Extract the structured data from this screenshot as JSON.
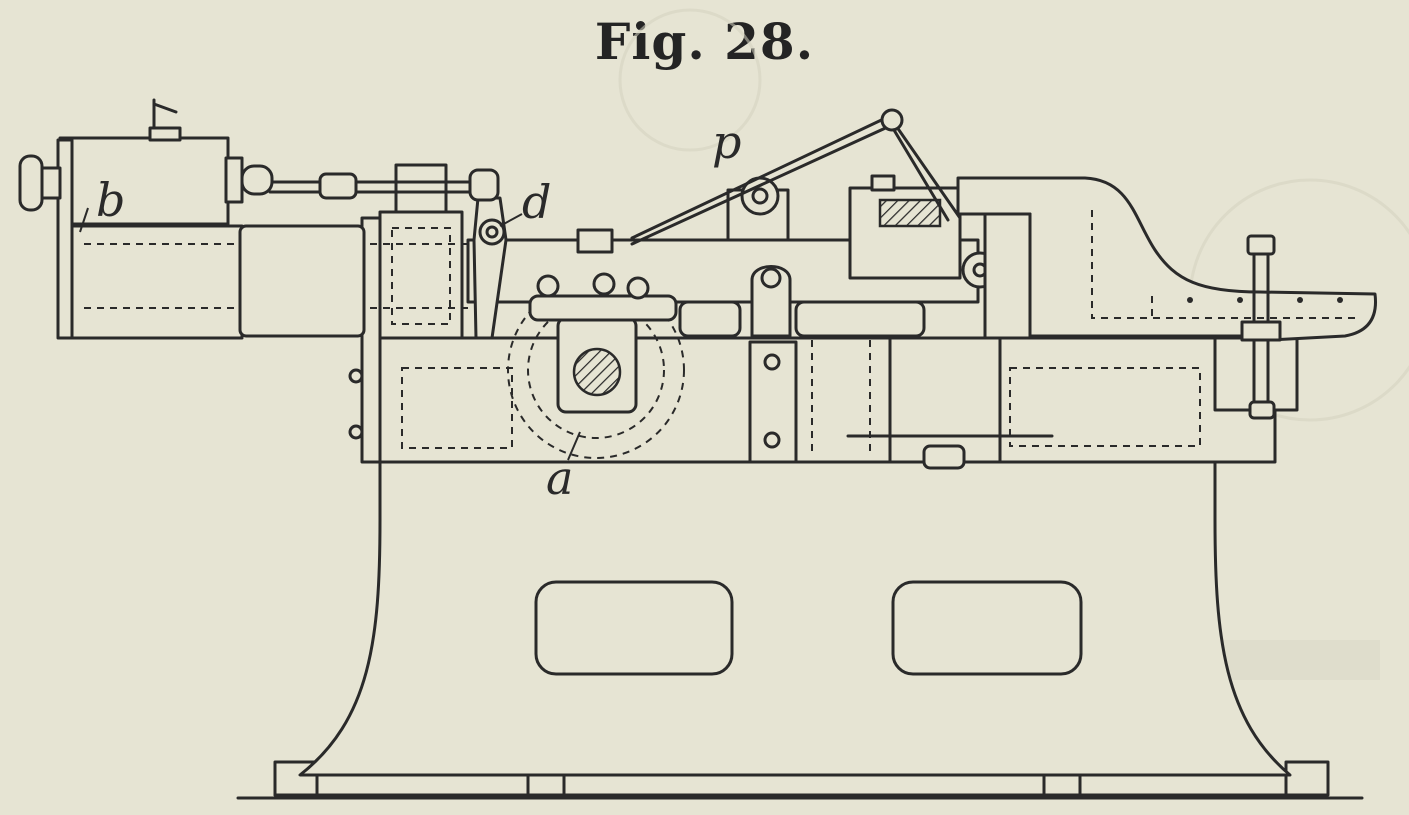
{
  "figure": {
    "caption": "Fig. 28.",
    "labels": {
      "b": "b",
      "d": "d",
      "p": "p",
      "a": "a"
    }
  }
}
